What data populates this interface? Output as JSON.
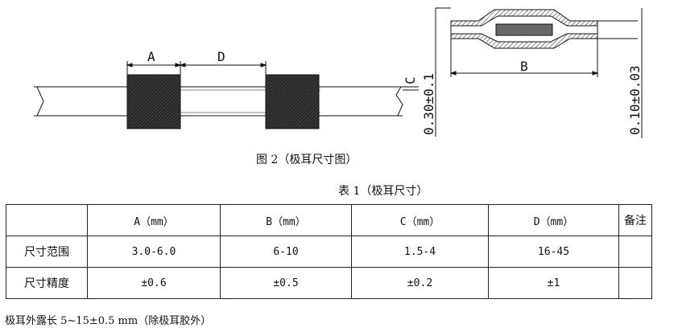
{
  "figure": {
    "labels": {
      "a": "A",
      "d": "D",
      "c": "C",
      "b": "B",
      "thickness_left": "0.30±0.1",
      "thickness_right": "0.10±0.03"
    },
    "caption": "图 2（极耳尺寸图）"
  },
  "table": {
    "caption": "表 1（极耳尺寸）",
    "headers": [
      "",
      "A（mm）",
      "B（mm）",
      "C（mm）",
      "D（mm）",
      "备注"
    ],
    "rows": [
      [
        "尺寸范围",
        "3.0-6.0",
        "6-10",
        "1.5-4",
        "16-45",
        ""
      ],
      [
        "尺寸精度",
        "±0.6",
        "±0.5",
        "±0.2",
        "±1",
        ""
      ]
    ]
  },
  "footnote": "极耳外露长 5~15±0.5 mm（除极耳胶外）"
}
